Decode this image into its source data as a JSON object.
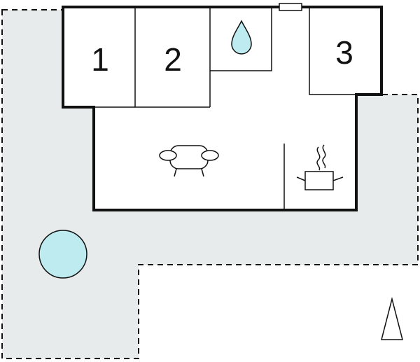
{
  "floorplan": {
    "rooms": [
      {
        "id": "bedroom-1",
        "label": "1"
      },
      {
        "id": "bedroom-2",
        "label": "2"
      },
      {
        "id": "bedroom-3",
        "label": "3"
      }
    ],
    "icons": [
      "water-drop-icon",
      "sofa-icon",
      "cooking-pot-icon",
      "pool-icon",
      "north-arrow-icon"
    ],
    "colors": {
      "terrace_fill": "#e8ebec",
      "pool_fill": "#bdebf0",
      "drop_fill": "#bdebf0",
      "wall": "#111111",
      "background": "#ffffff"
    }
  }
}
